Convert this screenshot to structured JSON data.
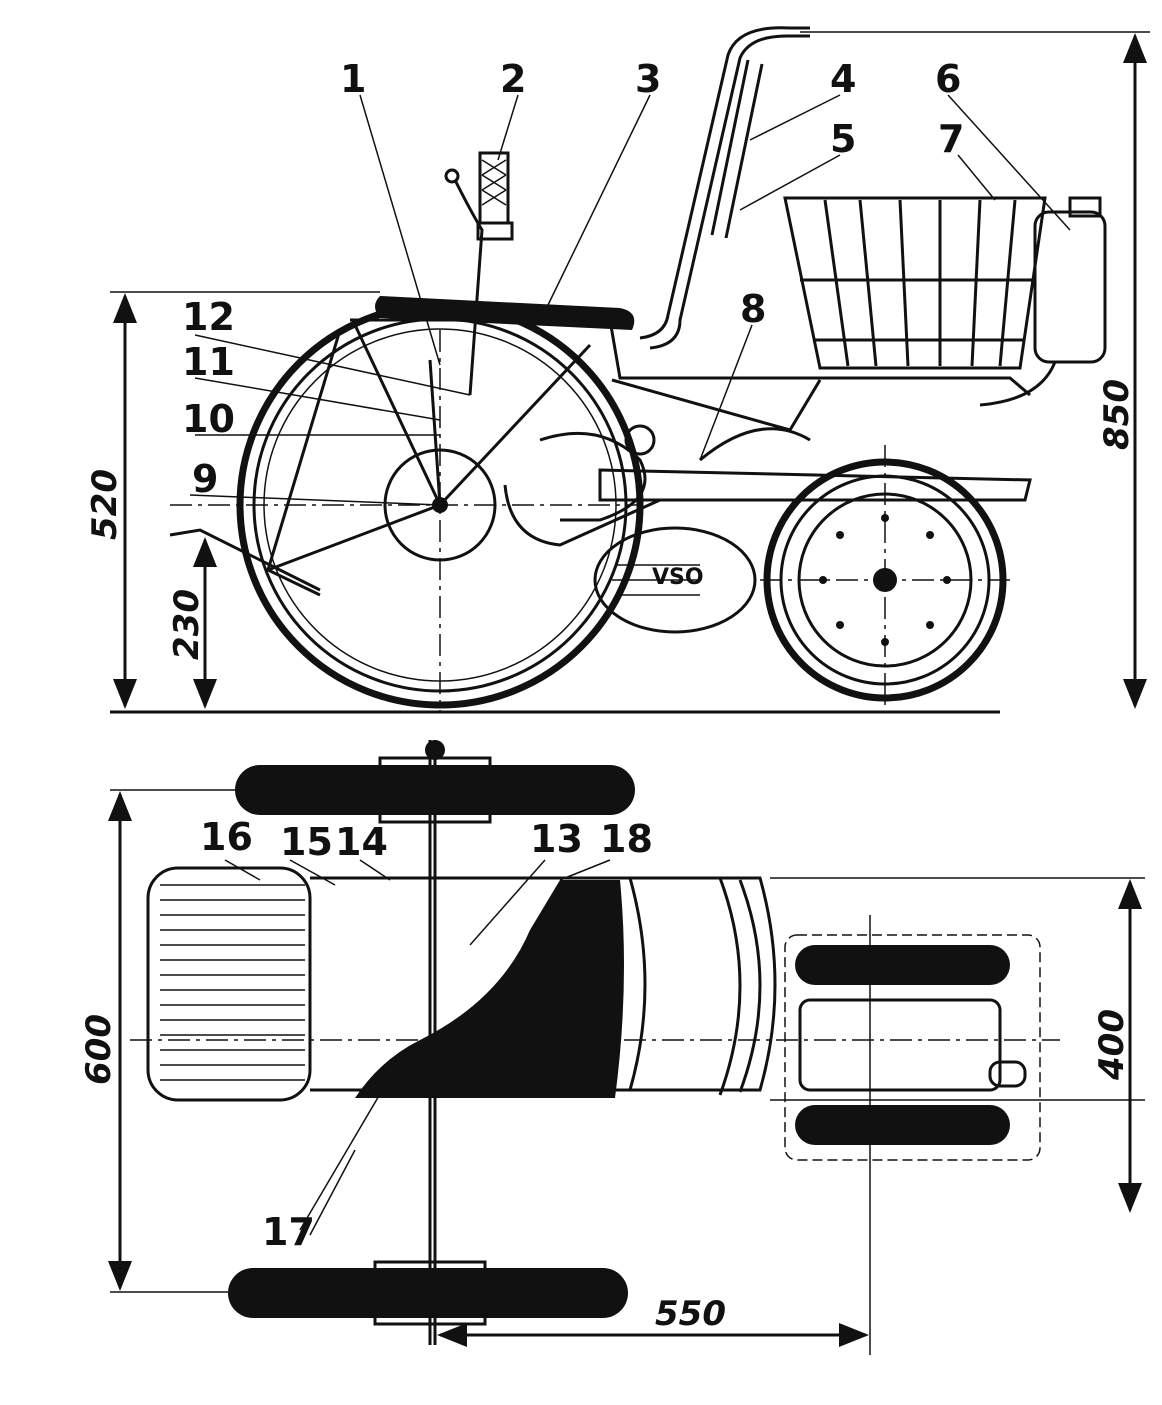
{
  "colors": {
    "ink": "#111111",
    "paper": "#ffffff"
  },
  "brand": "VSO",
  "callouts": [
    "1",
    "2",
    "3",
    "4",
    "5",
    "6",
    "7",
    "8",
    "9",
    "10",
    "11",
    "12",
    "13",
    "14",
    "15",
    "16",
    "17",
    "18"
  ],
  "dimensions": {
    "overall_height": "850",
    "seat_height": "520",
    "step_height": "230",
    "overall_width": "600",
    "rear_width": "400",
    "axle_offset": "550"
  }
}
